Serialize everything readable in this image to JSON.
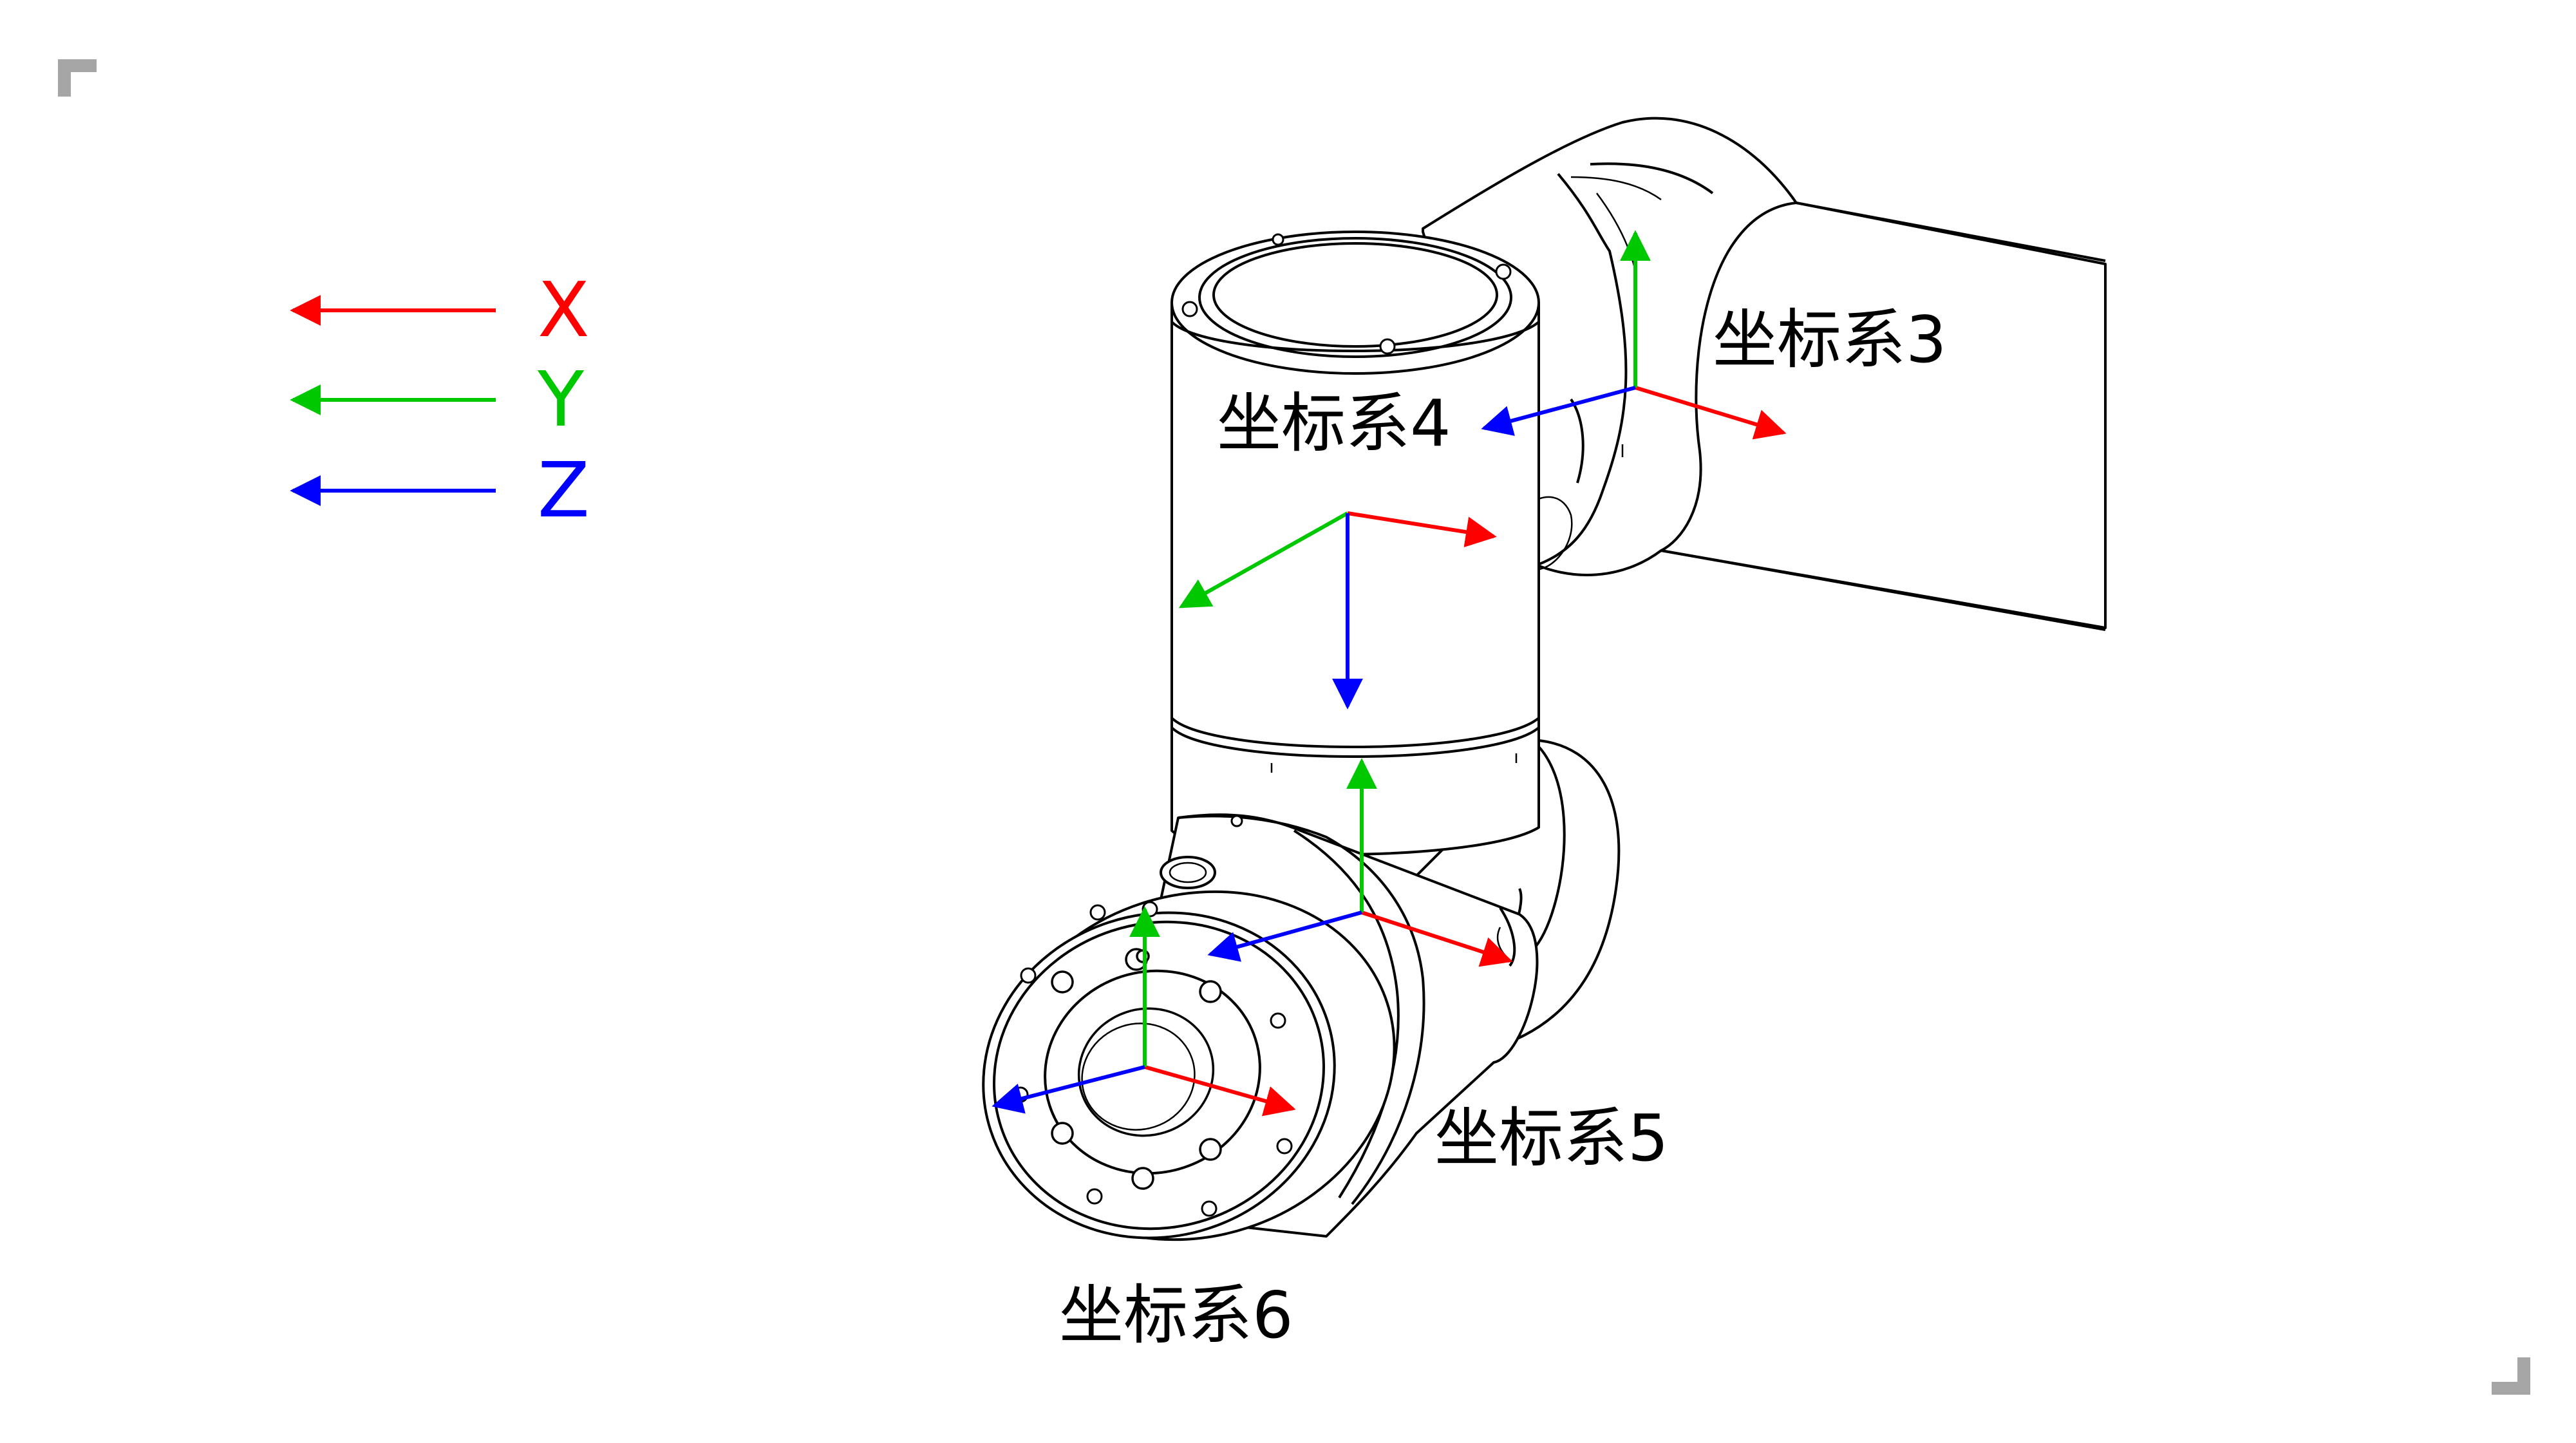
{
  "legend": [
    {
      "letter": "X",
      "color": "#ff0000"
    },
    {
      "letter": "Y",
      "color": "#00c800"
    },
    {
      "letter": "Z",
      "color": "#0000ff"
    }
  ],
  "frames": [
    {
      "label": "坐标系3"
    },
    {
      "label": "坐标系4"
    },
    {
      "label": "坐标系5"
    },
    {
      "label": "坐标系6"
    }
  ],
  "axis_colors": {
    "x": "#ff0000",
    "y": "#00c800",
    "z": "#0000ff"
  },
  "corner_mark_color": "#a6a6a6"
}
